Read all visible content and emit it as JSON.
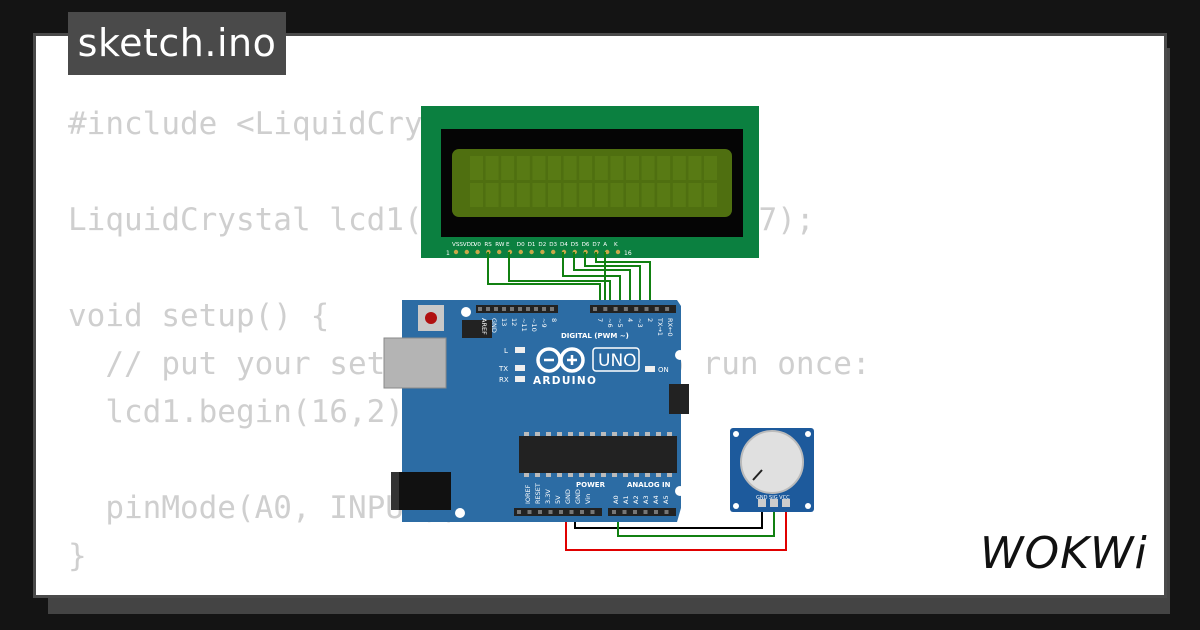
{
  "tab": {
    "filename": "sketch.ino"
  },
  "code": {
    "lines": [
      "#include <LiquidCrystal.h>",
      "",
      "LiquidCrystal lcd1(12, 11, 10, 9, 8, 7);",
      "",
      "void setup() {",
      "  // put your setup code here, to run once:",
      "  lcd1.begin(16,2);",
      "",
      "  pinMode(A0, INPUT);",
      "}"
    ]
  },
  "lcd": {
    "pin_labels": [
      "VSS",
      "VDD",
      "V0",
      "RS",
      "RW",
      "E",
      "D0",
      "D1",
      "D2",
      "D3",
      "D4",
      "D5",
      "D6",
      "D7",
      "A",
      "K"
    ],
    "pin_first": "1",
    "pin_last": "16"
  },
  "arduino": {
    "brand": "ARDUINO",
    "model": "UNO",
    "digital_header": "DIGITAL (PWM ~)",
    "digital_pins": [
      "AREF",
      "GND",
      "13",
      "12",
      "~11",
      "~10",
      "~9",
      "8",
      "7",
      "~6",
      "~5",
      "4",
      "~3",
      "2",
      "TX→1",
      "RX←0"
    ],
    "power_header": "POWER",
    "power_pins": [
      "IOREF",
      "RESET",
      "3.3V",
      "5V",
      "GND",
      "GND",
      "Vin"
    ],
    "analog_header": "ANALOG IN",
    "analog_pins": [
      "A0",
      "A1",
      "A2",
      "A3",
      "A4",
      "A5"
    ],
    "led_labels": {
      "l": "L",
      "tx": "TX",
      "rx": "RX",
      "on": "ON"
    }
  },
  "potentiometer": {
    "pin_labels": "GND SIG VCC"
  },
  "brand_logo": {
    "text": "WOKWi"
  },
  "colors": {
    "card_bg": "#ffffff",
    "tab_bg": "#4a4a4a",
    "code_text": "#cfcfcf",
    "lcd_pcb": "#0b8040",
    "lcd_screen": "#4f6f10",
    "arduino_board": "#2c6ca4",
    "wire_green": "#118011",
    "wire_red": "#e00000",
    "wire_black": "#000000"
  }
}
